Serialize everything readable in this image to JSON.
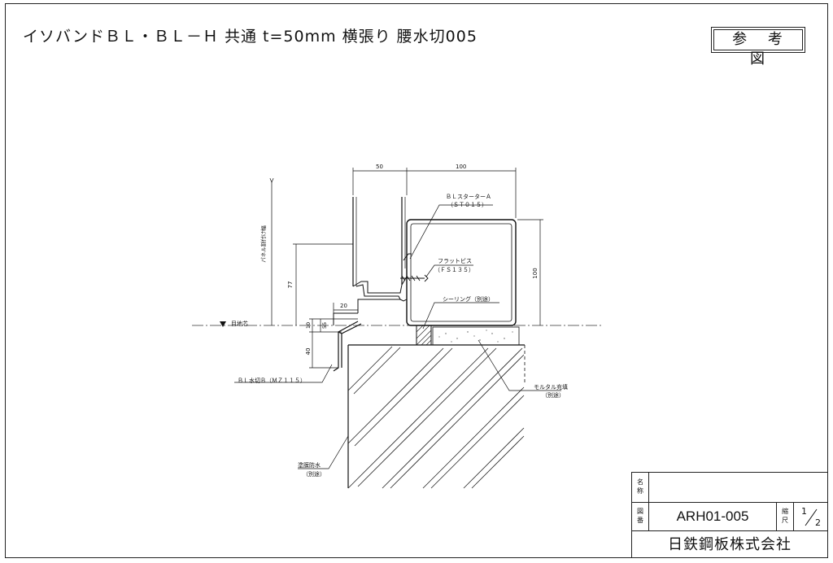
{
  "header": {
    "title": "イソバンドＢＬ・ＢＬ－Ｈ 共通 t=50mm 横張り 腰水切005",
    "reference_label": "参 考 図"
  },
  "drawing": {
    "dims": {
      "top_50": "50",
      "top_100": "100",
      "right_100": "100",
      "left_77": "77",
      "d20": "20",
      "d10": "10",
      "d55": "55",
      "d40": "40"
    },
    "labels": {
      "panel_height": "パネル割付け幅",
      "ground_line": "目地芯",
      "starter_line1": "ＢＬスターターＡ",
      "starter_line2": "（ＳＴ０１５）",
      "screw_line1": "フラットビス",
      "screw_line2": "（ＦＳ１３５）",
      "sealing": "シーリング（別途）",
      "flashing": "ＢＬ水切Ｂ（ＭＺ１１５）",
      "mortar_line1": "モルタル充填",
      "mortar_line2": "（別途）",
      "waterproof_line1": "塗膜防水",
      "waterproof_line2": "（別途）"
    }
  },
  "title_block": {
    "name_label_1": "名",
    "name_label_2": "称",
    "name_value": "",
    "drawing_label_1": "図",
    "drawing_label_2": "番",
    "drawing_number": "ARH01-005",
    "scale_label_1": "縮",
    "scale_label_2": "尺",
    "scale_num": "1",
    "scale_den": "2",
    "company": "日鉄鋼板株式会社"
  }
}
